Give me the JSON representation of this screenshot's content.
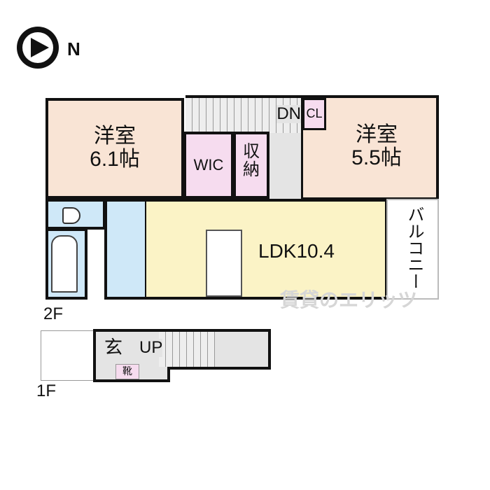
{
  "compass": {
    "label": "N"
  },
  "floor2": {
    "label": "2F",
    "rooms": {
      "western_room_1": {
        "name": "洋室",
        "size": "6.1帖"
      },
      "western_room_2": {
        "name": "洋室",
        "size": "5.5帖"
      },
      "wic": "WIC",
      "storage": "収納",
      "closet": "CL",
      "stairs": "DN",
      "ldk": "LDK10.4",
      "balcony": "バルコニー"
    }
  },
  "floor1": {
    "label": "1F",
    "entrance": "玄",
    "stairs": "UP",
    "shoe_storage": "靴"
  },
  "watermark": "賃貸のエリッツ",
  "colors": {
    "western": "#f9e4d5",
    "storage": "#f6dcef",
    "wet": "#cfe8f8",
    "ldk": "#fbf3c6",
    "hall": "#e4e4e4"
  }
}
